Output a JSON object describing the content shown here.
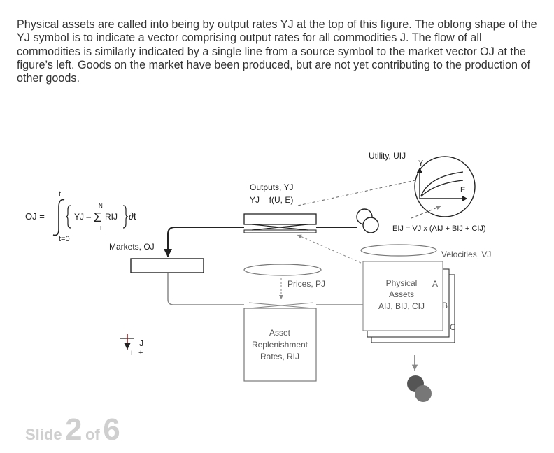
{
  "intro_text": "Physical assets are called into being by output rates YJ at the top of this figure. The oblong shape of the YJ symbol is to indicate a vector comprising output rates for all commodities J. The flow of all commodities is similarly indicated by a single line from a source symbol to the market vector OJ at the figure’s left. Goods on the market have been produced, but are not yet contributing to the production of other goods.",
  "equation": {
    "lhs": "OJ =",
    "upper_limit": "t",
    "lower_limit": "t=0",
    "sum_upper": "N",
    "sum_lower": "I",
    "y_term": "YJ –",
    "r_term": "RIJ",
    "dt": "∂t"
  },
  "labels": {
    "markets": "Markets, OJ",
    "outputs": "Outputs, YJ",
    "outputs_formula": "YJ = f(U, E)",
    "utility": "Utility, UIJ",
    "graph_y": "Y",
    "graph_e": "E",
    "efficiency": "EIJ = VJ x (AIJ + BIJ + CIJ)",
    "velocities": "Velocities, VJ",
    "prices": "Prices, PJ",
    "physical_assets": [
      "Physical",
      "Assets",
      "AIJ, BIJ, CIJ"
    ],
    "stack_a": "A",
    "stack_b": "B",
    "stack_c": "C",
    "replenishment": [
      "Asset",
      "Replenishment",
      "Rates, RIJ"
    ],
    "axis_j": "J",
    "axis_i": "I",
    "axis_plus": "+"
  },
  "footer": {
    "slide_word": "Slide",
    "slide_num": "2",
    "of_word": "of",
    "total": "6"
  },
  "colors": {
    "line": "#222222",
    "gray_line": "#888888",
    "dashed": "#666666",
    "accent_red": "#8b1a1a",
    "sink": "#555555",
    "footer": "#cfcfcf"
  }
}
